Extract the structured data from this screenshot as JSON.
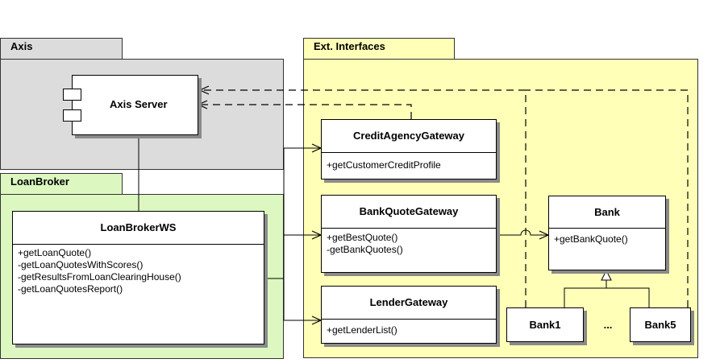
{
  "packages": {
    "axis": {
      "label": "Axis"
    },
    "ext": {
      "label": "Ext. Interfaces"
    },
    "loanbroker": {
      "label": "LoanBroker"
    }
  },
  "component": {
    "name": "Axis Server"
  },
  "classes": {
    "loanBrokerWS": {
      "name": "LoanBrokerWS",
      "ops": [
        "+getLoanQuote()",
        "-getLoanQuotesWithScores()",
        "-getResultsFromLoanClearingHouse()",
        "-getLoanQuotesReport()"
      ]
    },
    "creditAgencyGateway": {
      "name": "CreditAgencyGateway",
      "ops": [
        "+getCustomerCreditProfile"
      ]
    },
    "bankQuoteGateway": {
      "name": "BankQuoteGateway",
      "ops": [
        "+getBestQuote()",
        "-getBankQuotes()"
      ]
    },
    "lenderGateway": {
      "name": "LenderGateway",
      "ops": [
        "+getLenderList()"
      ]
    },
    "bank": {
      "name": "Bank",
      "ops": [
        "+getBankQuote()"
      ]
    }
  },
  "instances": {
    "bank1": "Bank1",
    "ellipsis": "...",
    "bank5": "Bank5"
  }
}
